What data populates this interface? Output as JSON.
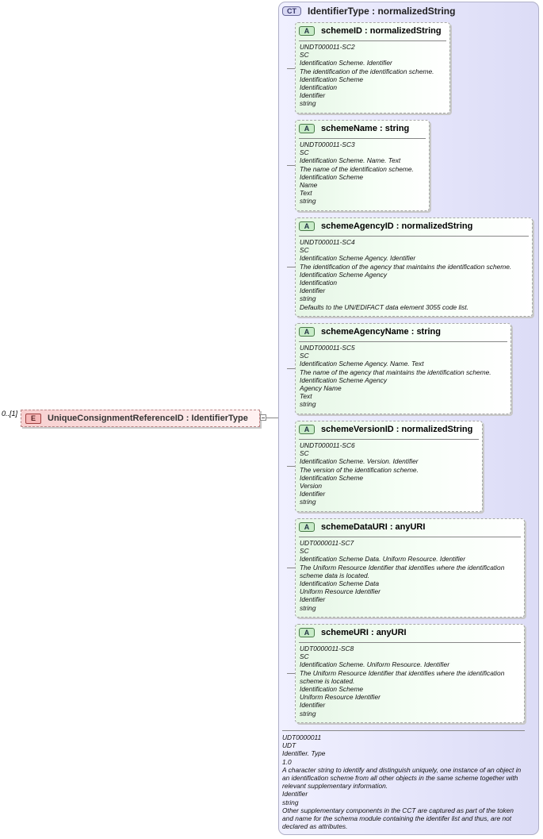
{
  "element": {
    "occurrence": "0..[1]",
    "badge": "E",
    "title": "UniqueConsignmentReferenceID : IdentifierType"
  },
  "complex_type": {
    "badge": "CT",
    "title": "IdentifierType : normalizedString",
    "documentation": [
      "UDT0000011",
      "UDT",
      "Identifier. Type",
      "1.0",
      "A character string to identify and distinguish uniquely, one instance of an object in an identification scheme from all other objects in the same scheme together with relevant supplementary information.",
      "Identifier",
      "string",
      "Other supplementary components in the CCT are captured as part of the token and name for the schema module containing the identifer list and thus, are not declared as attributes."
    ]
  },
  "attributes": [
    {
      "badge": "A",
      "title": "schemeID : normalizedString",
      "documentation": [
        "UNDT000011-SC2",
        "SC",
        "Identification Scheme. Identifier",
        "The identification of the identification scheme.",
        "Identification Scheme",
        "Identification",
        "Identifier",
        "string"
      ]
    },
    {
      "badge": "A",
      "title": "schemeName : string",
      "documentation": [
        "UNDT000011-SC3",
        "SC",
        "Identification Scheme. Name. Text",
        "The name of the identification scheme.",
        "Identification Scheme",
        "Name",
        "Text",
        "string"
      ]
    },
    {
      "badge": "A",
      "title": "schemeAgencyID : normalizedString",
      "documentation": [
        "UNDT000011-SC4",
        "SC",
        "Identification Scheme Agency. Identifier",
        "The identification of the agency that maintains the identification scheme.",
        "Identification Scheme Agency",
        "Identification",
        "Identifier",
        "string",
        "Defaults to the UN/EDIFACT data element 3055 code list."
      ]
    },
    {
      "badge": "A",
      "title": "schemeAgencyName : string",
      "documentation": [
        "UNDT000011-SC5",
        "SC",
        "Identification Scheme Agency. Name. Text",
        "The name of the agency that maintains the identification scheme.",
        "Identification Scheme Agency",
        "Agency Name",
        "Text",
        "string"
      ]
    },
    {
      "badge": "A",
      "title": "schemeVersionID : normalizedString",
      "documentation": [
        "UNDT000011-SC6",
        "SC",
        "Identification Scheme. Version. Identifier",
        "The version of the identification scheme.",
        "Identification Scheme",
        "Version",
        "Identifier",
        "string"
      ]
    },
    {
      "badge": "A",
      "title": "schemeDataURI : anyURI",
      "documentation": [
        "UDT0000011-SC7",
        "SC",
        "Identification Scheme Data. Uniform Resource. Identifier",
        "The Uniform Resource Identifier that identifies where the identification",
        "scheme data is located.",
        "Identification Scheme Data",
        "Uniform Resource Identifier",
        "Identifier",
        "string"
      ]
    },
    {
      "badge": "A",
      "title": "schemeURI : anyURI",
      "documentation": [
        "UDT0000011-SC8",
        "SC",
        "Identification Scheme. Uniform Resource. Identifier",
        "The Uniform Resource Identifier that identifies where the identification",
        "scheme is located.",
        "Identification Scheme",
        "Uniform Resource Identifier",
        "Identifier",
        "string"
      ]
    }
  ]
}
